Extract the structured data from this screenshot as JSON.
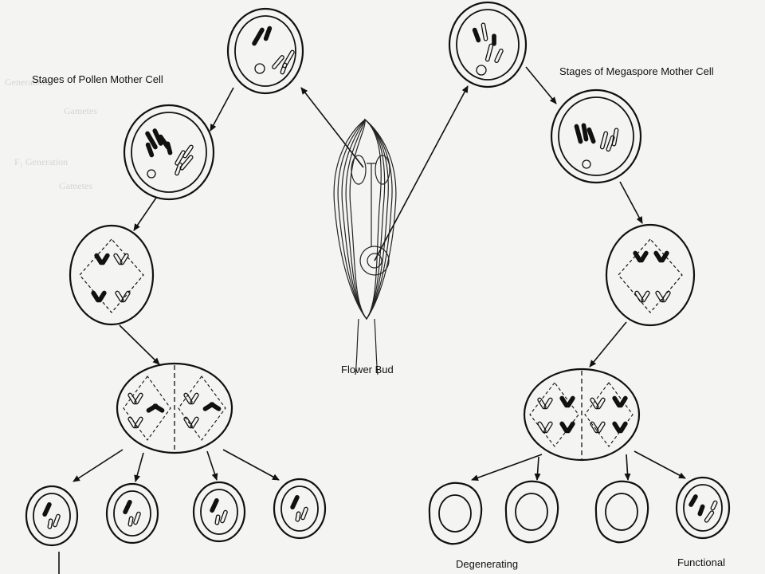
{
  "labels": {
    "pollen_title": "Stages of Pollen Mother Cell",
    "megaspore_title": "Stages of Megaspore Mother Cell",
    "flower_bud": "Flower Bud",
    "degenerating": "Degenerating",
    "functional": "Functional"
  },
  "background_text": [
    "Generation",
    "Gametes",
    "F₁ Generation",
    "Gametes",
    "Flower Bud",
    "Degenerating",
    "Functional"
  ],
  "colors": {
    "ink": "#111111",
    "paper": "#f4f4f2"
  }
}
